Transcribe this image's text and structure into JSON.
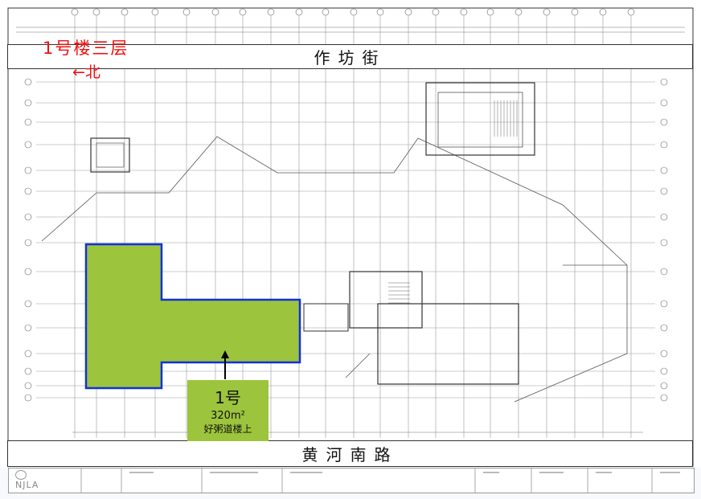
{
  "labels": {
    "floor": "1号楼三层",
    "north_arrow": "←北"
  },
  "streets": {
    "top": "作坊街",
    "bottom": "黄河南路"
  },
  "unit": {
    "number": "1号",
    "area": "320m²",
    "location": "好粥道楼上",
    "fill_color": "#9cc43c",
    "border_color": "#1030e0"
  },
  "title_block": {
    "logo_text": "NJLA"
  },
  "colors": {
    "annotation": "#f01010"
  }
}
